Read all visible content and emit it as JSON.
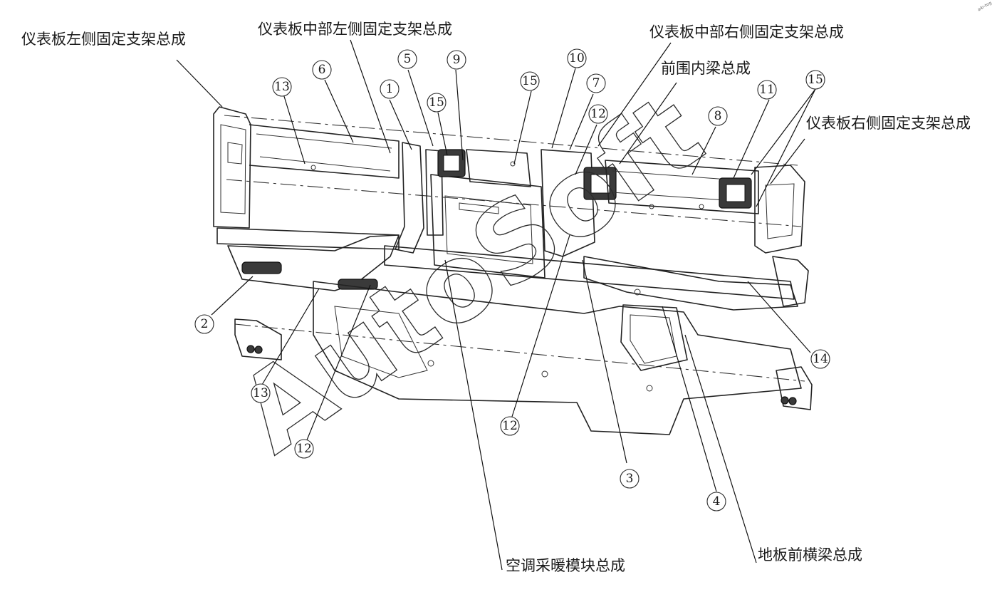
{
  "diagram": {
    "labels": {
      "left_bracket": "仪表板左侧固定支架总成",
      "center_left_bracket": "仪表板中部左侧固定支架总成",
      "center_right_bracket": "仪表板中部右侧固定支架总成",
      "front_inner_beam": "前围内梁总成",
      "right_bracket": "仪表板右侧固定支架总成",
      "hvac_module": "空调采暖模块总成",
      "floor_crossbeam": "地板前横梁总成"
    },
    "callouts": [
      "1",
      "2",
      "3",
      "4",
      "5",
      "6",
      "7",
      "8",
      "9",
      "10",
      "11",
      "12",
      "12",
      "12",
      "13",
      "13",
      "14",
      "15",
      "15",
      "15"
    ],
    "watermark": "AutoSoft",
    "corner_mark": "a4r-tog"
  }
}
